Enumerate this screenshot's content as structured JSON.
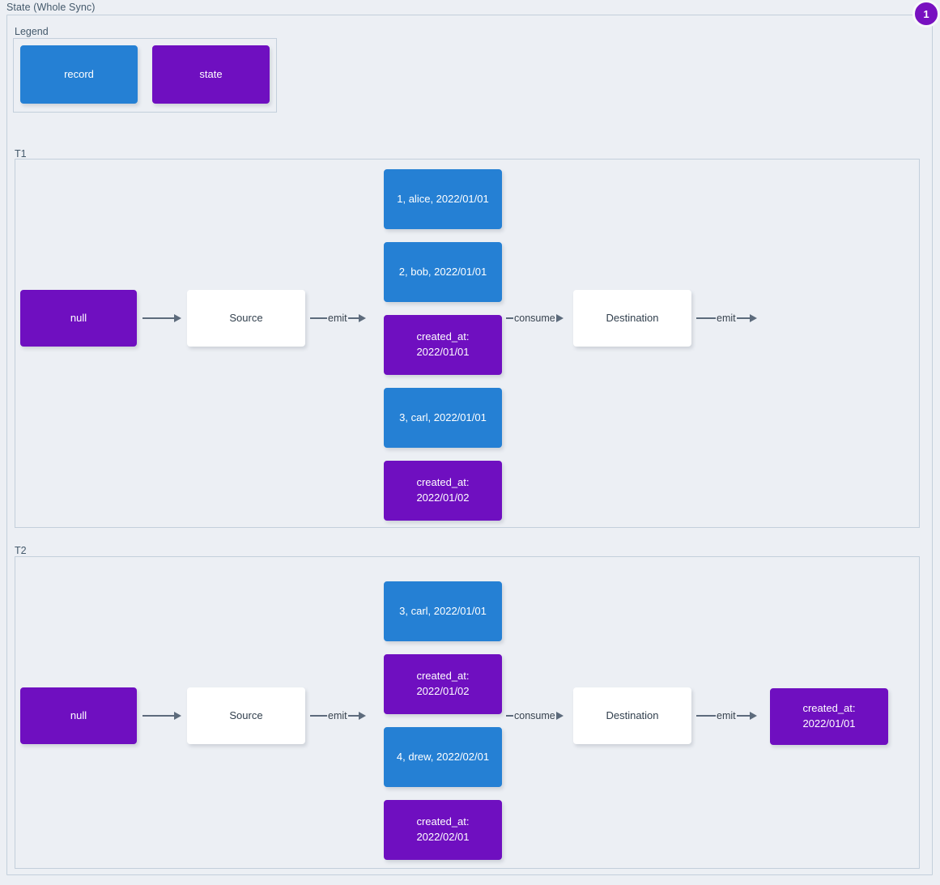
{
  "diagram": {
    "title": "State (Whole Sync)",
    "badge": "1",
    "legend": {
      "label": "Legend",
      "items": [
        {
          "label": "record",
          "kind": "record",
          "color": "#2580d4"
        },
        {
          "label": "state",
          "kind": "state",
          "color": "#6f0fc0"
        }
      ]
    },
    "groups": [
      {
        "id": "T1",
        "label": "T1",
        "nodes": {
          "input_state": "null",
          "source": "Source",
          "destination": "Destination",
          "stream": [
            {
              "label": "1, alice, 2022/01/01",
              "kind": "record"
            },
            {
              "label": "2, bob, 2022/01/01",
              "kind": "record"
            },
            {
              "label": "created_at:\n2022/01/01",
              "kind": "state"
            },
            {
              "label": "3, carl, 2022/01/01",
              "kind": "record"
            },
            {
              "label": "created_at:\n2022/01/02",
              "kind": "state"
            }
          ],
          "output": null
        },
        "edges": {
          "state_to_source": "",
          "source_emit": "emit",
          "destination_consume": "consume",
          "destination_emit": "emit"
        }
      },
      {
        "id": "T2",
        "label": "T2",
        "nodes": {
          "input_state": "null",
          "source": "Source",
          "destination": "Destination",
          "stream": [
            {
              "label": "3, carl, 2022/01/01",
              "kind": "record"
            },
            {
              "label": "created_at:\n2022/01/02",
              "kind": "state"
            },
            {
              "label": "4, drew, 2022/02/01",
              "kind": "record"
            },
            {
              "label": "created_at:\n2022/02/01",
              "kind": "state"
            }
          ],
          "output": "created_at:\n2022/01/01"
        },
        "edges": {
          "state_to_source": "",
          "source_emit": "emit",
          "destination_consume": "consume",
          "destination_emit": "emit"
        }
      }
    ]
  }
}
